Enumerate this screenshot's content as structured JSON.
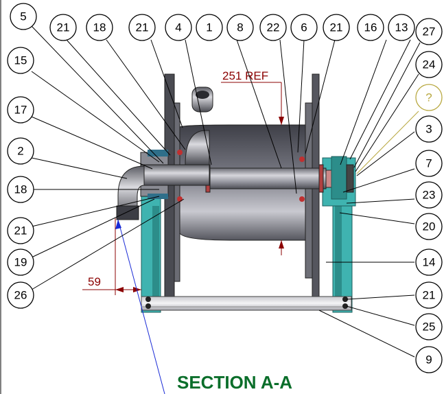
{
  "drawing": {
    "title": "SECTION A-A",
    "dimensions": {
      "ref_label": "251 REF",
      "offset_label": "59"
    },
    "balloons": [
      {
        "id": "b5",
        "label": "5"
      },
      {
        "id": "b21a",
        "label": "21"
      },
      {
        "id": "b18a",
        "label": "18"
      },
      {
        "id": "b21b",
        "label": "21"
      },
      {
        "id": "b4",
        "label": "4"
      },
      {
        "id": "b1",
        "label": "1"
      },
      {
        "id": "b8",
        "label": "8"
      },
      {
        "id": "b22",
        "label": "22"
      },
      {
        "id": "b6",
        "label": "6"
      },
      {
        "id": "b21c",
        "label": "21"
      },
      {
        "id": "b16",
        "label": "16"
      },
      {
        "id": "b13",
        "label": "13"
      },
      {
        "id": "b27",
        "label": "27"
      },
      {
        "id": "b15",
        "label": "15"
      },
      {
        "id": "b24",
        "label": "24"
      },
      {
        "id": "bq",
        "label": "?"
      },
      {
        "id": "b17",
        "label": "17"
      },
      {
        "id": "b3",
        "label": "3"
      },
      {
        "id": "b2",
        "label": "2"
      },
      {
        "id": "b7",
        "label": "7"
      },
      {
        "id": "b18b",
        "label": "18"
      },
      {
        "id": "b23",
        "label": "23"
      },
      {
        "id": "b21d",
        "label": "21"
      },
      {
        "id": "b20",
        "label": "20"
      },
      {
        "id": "b19",
        "label": "19"
      },
      {
        "id": "b14",
        "label": "14"
      },
      {
        "id": "b26",
        "label": "26"
      },
      {
        "id": "b21e",
        "label": "21"
      },
      {
        "id": "b25",
        "label": "25"
      },
      {
        "id": "b9",
        "label": "9"
      }
    ],
    "colors": {
      "frame_teal": "#3fb3b0",
      "drum_gray": "#5c5d66",
      "shaft_gray": "#a9a9b2",
      "dimension_red": "#8b0000",
      "title_green": "#0a6e2a",
      "query_balloon": "#b8a840",
      "section_line": "#1a2bd6"
    }
  }
}
